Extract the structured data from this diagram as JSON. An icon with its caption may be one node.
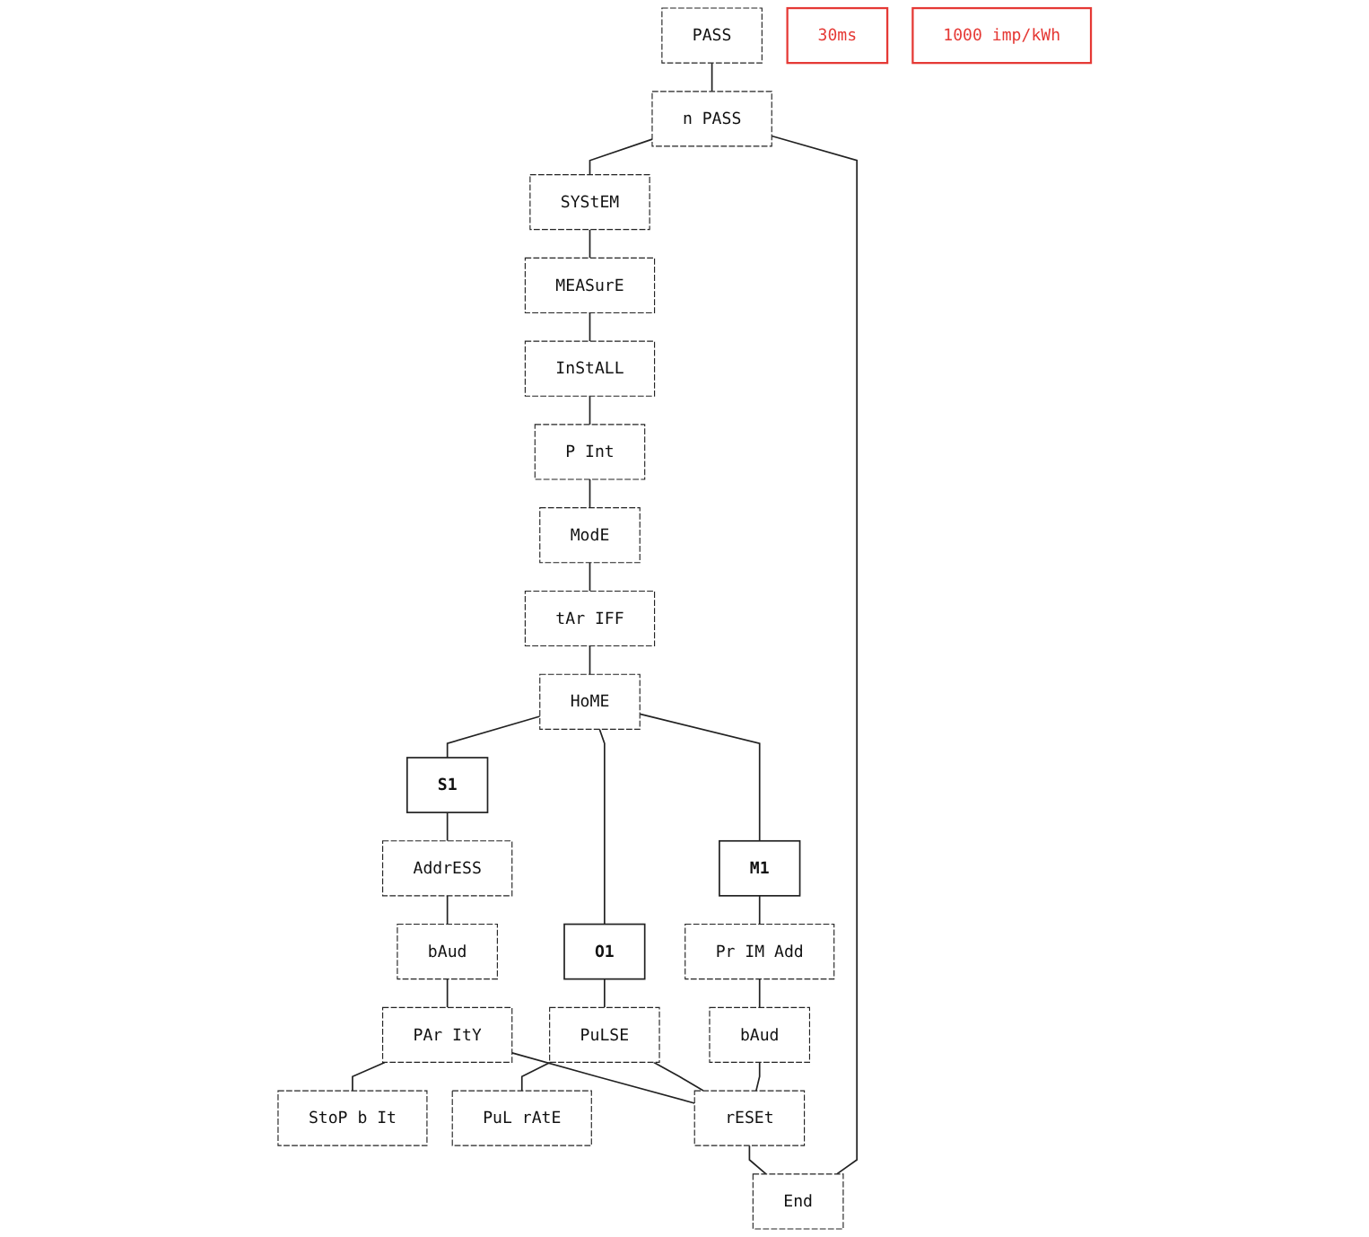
{
  "diagram": {
    "nodes": [
      {
        "text": [
          "PASS"
        ]
      },
      {
        "text": [
          "n PASS"
        ]
      },
      {
        "text": [
          "SYStEM"
        ]
      },
      {
        "text": [
          "MEASurE"
        ]
      },
      {
        "text": [
          "InStALL"
        ]
      },
      {
        "text": [
          "P Int"
        ]
      },
      {
        "text": [
          "ModE"
        ]
      },
      {
        "text": [
          "tAr IFF"
        ]
      },
      {
        "text": [
          "HoME"
        ]
      },
      {
        "text": [
          "S1"
        ]
      },
      {
        "text": [
          "O1"
        ]
      },
      {
        "text": [
          "M1"
        ]
      },
      {
        "text": [
          "AddrESS"
        ]
      },
      {
        "text": [
          "bAud"
        ]
      },
      {
        "text": [
          "PAr ItY"
        ]
      },
      {
        "text": [
          "StoP b It"
        ]
      },
      {
        "text": [
          "PuLSE"
        ]
      },
      {
        "text": [
          "PuL rAtE"
        ]
      },
      {
        "text": [
          "Pr IM Add"
        ]
      },
      {
        "text": [
          "bAud"
        ]
      },
      {
        "text": [
          "rESEt"
        ]
      },
      {
        "text": [
          "End"
        ]
      },
      {
        "text": [
          "30ms"
        ]
      },
      {
        "text": [
          "1000 imp/kWh"
        ]
      }
    ],
    "edges": [
      {
        "from": 0,
        "to": 1,
        "arrow": "none"
      },
      {
        "from": 1,
        "to": 2,
        "arrow": "none"
      },
      {
        "from": 2,
        "to": 3,
        "arrow": "none"
      },
      {
        "from": 3,
        "to": 4,
        "arrow": "none"
      },
      {
        "from": 4,
        "to": 5,
        "arrow": "none"
      },
      {
        "from": 5,
        "to": 6,
        "arrow": "none"
      },
      {
        "from": 6,
        "to": 7,
        "arrow": "none"
      },
      {
        "from": 7,
        "to": 8,
        "arrow": "none"
      },
      {
        "from": 8,
        "to": 9,
        "arrow": "none"
      },
      {
        "from": 8,
        "to": 10,
        "arrow": "none"
      },
      {
        "from": 8,
        "to": 11,
        "arrow": "none"
      },
      {
        "from": 9,
        "to": 12,
        "arrow": "none"
      },
      {
        "from": 12,
        "to": 13,
        "arrow": "none"
      },
      {
        "from": 13,
        "to": 14,
        "arrow": "none"
      },
      {
        "from": 14,
        "to": 15,
        "arrow": "none"
      },
      {
        "from": 10,
        "to": 16,
        "arrow": "none"
      },
      {
        "from": 16,
        "to": 17,
        "arrow": "none"
      },
      {
        "from": 11,
        "to": 18,
        "arrow": "none"
      },
      {
        "from": 18,
        "to": 19,
        "arrow": "none"
      },
      {
        "from": 14,
        "to": 20,
        "arrow": "none"
      },
      {
        "from": 16,
        "to": 20,
        "arrow": "none"
      },
      {
        "from": 19,
        "to": 20,
        "arrow": "none"
      },
      {
        "from": 20,
        "to": 21,
        "arrow": "none"
      },
      {
        "from": 21,
        "to": 1,
        "arrow": "none"
      }
    ]
  }
}
